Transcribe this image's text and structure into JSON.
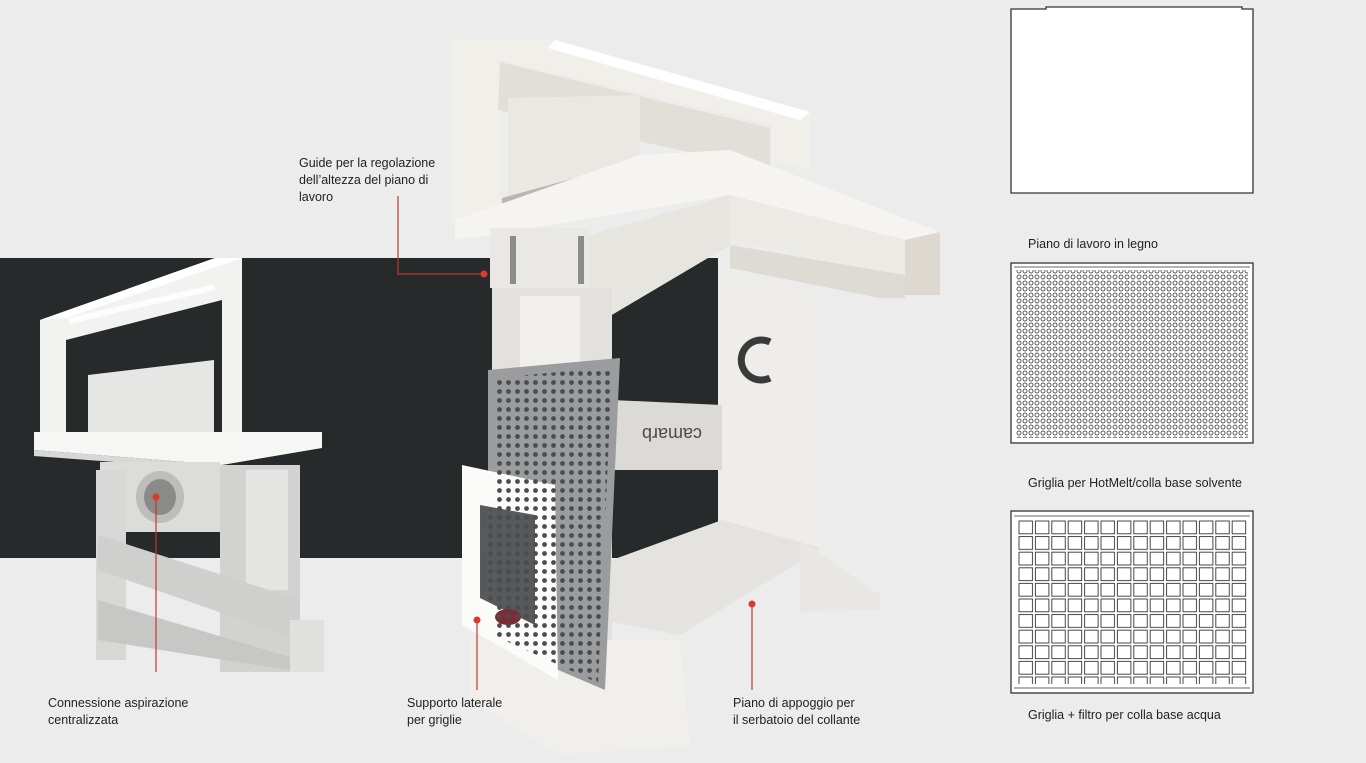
{
  "callouts": {
    "guide": "Guide per la regolazione\ndell’altezza del piano di\nlavoro",
    "aspirazione": "Connessione aspirazione\ncentralizzata",
    "supporto": "Supporto laterale\nper griglie",
    "piano_appoggio": "Piano di appoggio per\nil serbatoio del collante"
  },
  "options": [
    {
      "caption": "Piano di lavoro in legno"
    },
    {
      "caption": "Griglia per HotMelt/colla base solvente"
    },
    {
      "caption": "Griglia + filtro per colla base acqua"
    }
  ],
  "brand": "camarb",
  "colors": {
    "accent": "#d93a2b",
    "dark": "#262a2b",
    "frame": "#ececec"
  }
}
